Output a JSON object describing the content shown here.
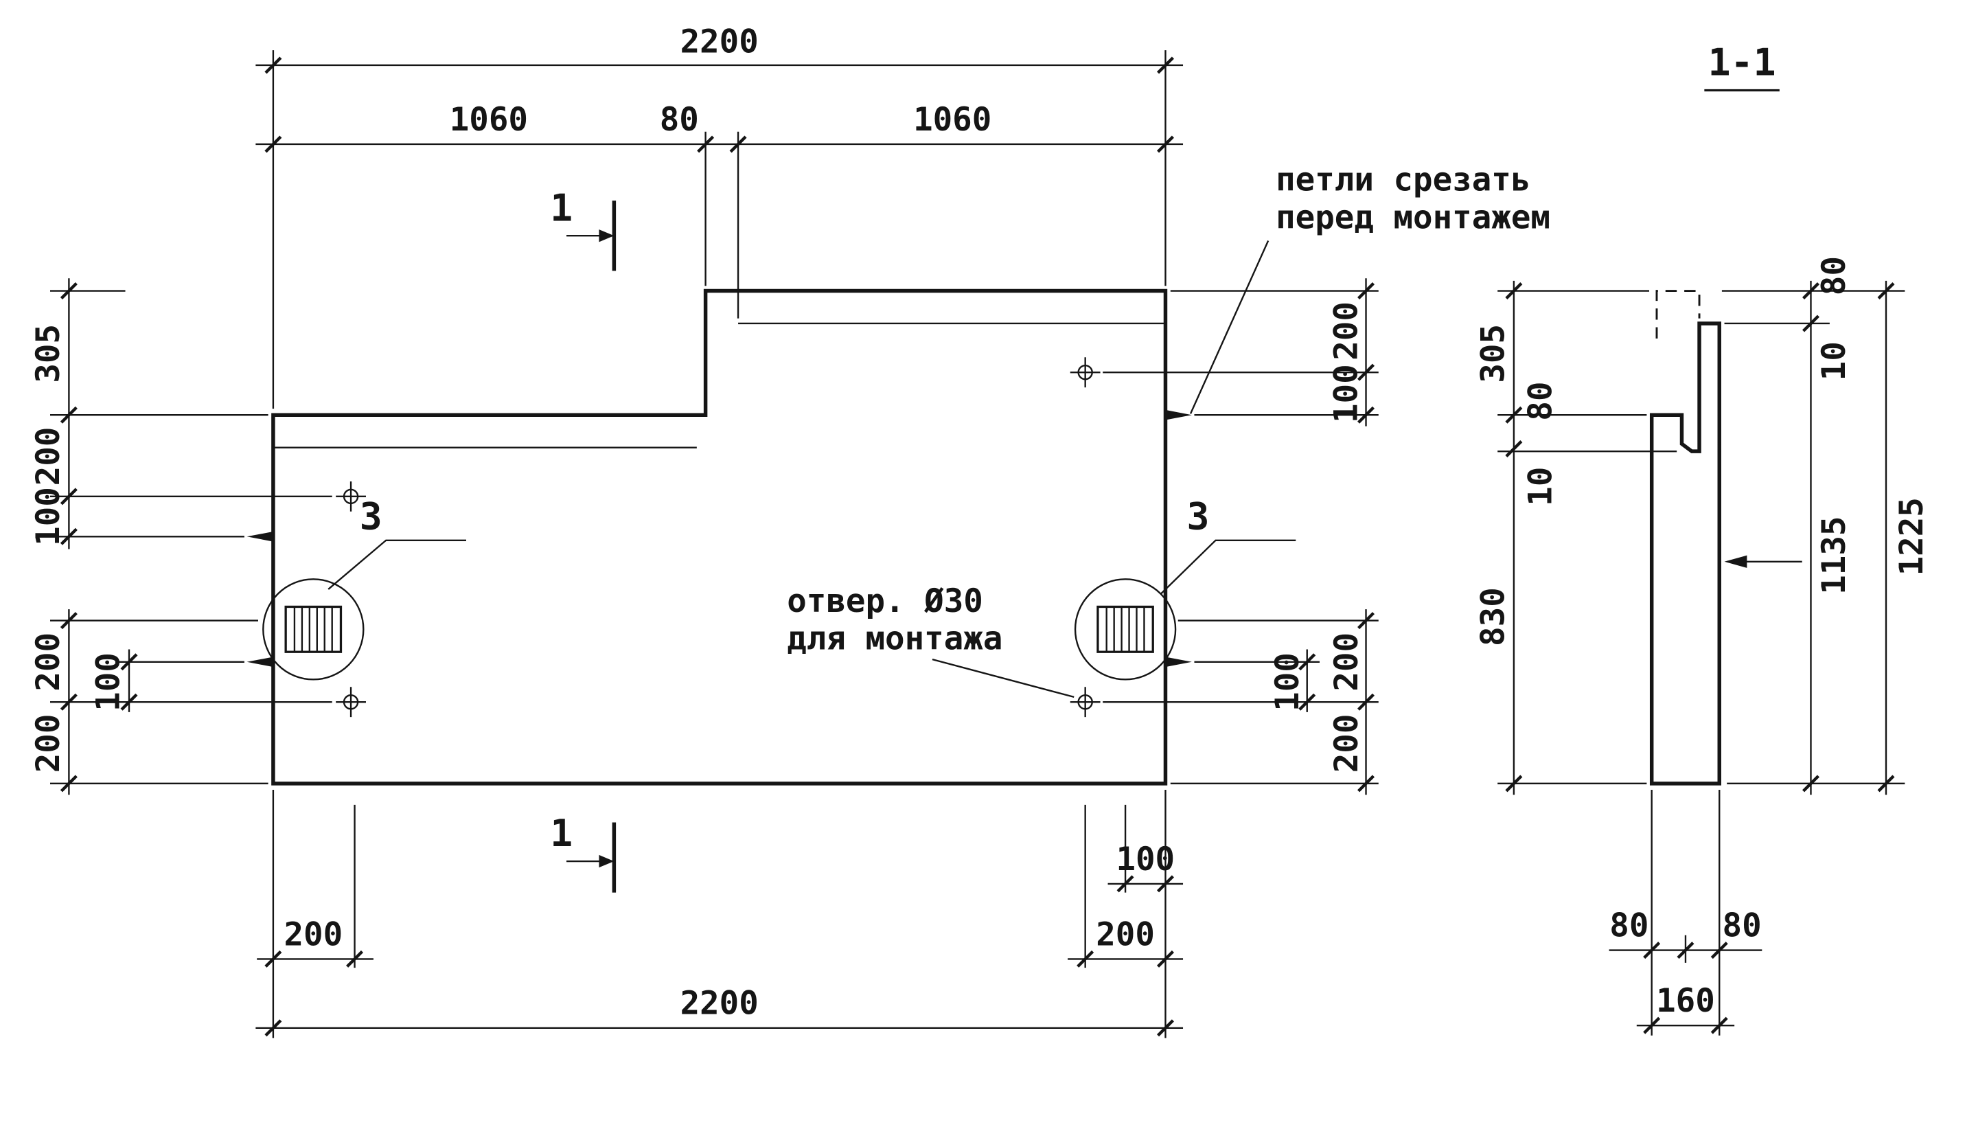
{
  "elevation": {
    "dims": {
      "top_total": "2200",
      "top_seg_left": "1060",
      "top_seg_mid": "80",
      "top_seg_right": "1060",
      "left_305": "305",
      "left_200": "200",
      "left_100": "100",
      "left_bottom_200a": "200",
      "left_bottom_200b": "200",
      "left_bottom_100": "100",
      "right_200": "200",
      "right_100": "100",
      "right_bottom_200a": "200",
      "right_bottom_200b": "200",
      "right_bottom_100": "100",
      "bottom_200_left": "200",
      "bottom_200_right": "200",
      "bottom_100": "100",
      "bottom_total": "2200"
    },
    "markers": {
      "section_cut": "1",
      "detail": "3"
    },
    "notes": {
      "loops_line1": "петли срезать",
      "loops_line2": "перед монтажем",
      "hole_line1": "отвер. Ø30",
      "hole_line2": "для монтажа"
    }
  },
  "section": {
    "title": "1-1",
    "dims": {
      "left_305": "305",
      "left_80": "80",
      "left_10": "10",
      "left_830": "830",
      "right_80": "80",
      "right_10": "10",
      "right_1135": "1135",
      "right_1225": "1225",
      "bottom_80_left": "80",
      "bottom_80_right": "80",
      "bottom_160": "160"
    }
  }
}
